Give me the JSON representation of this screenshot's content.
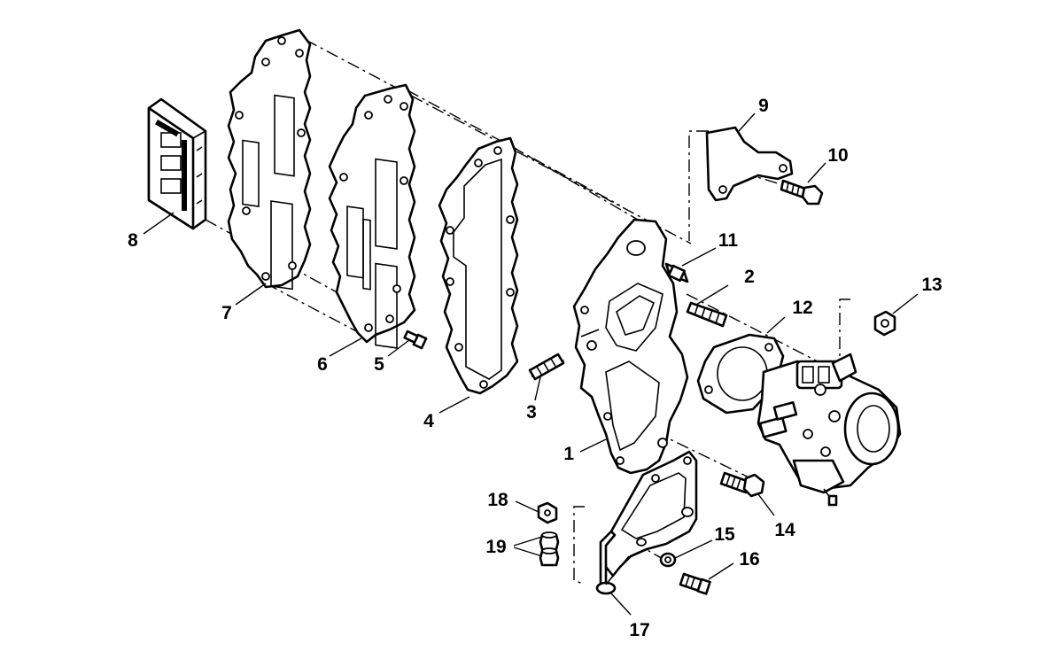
{
  "callouts": {
    "c1": "1",
    "c2": "2",
    "c3": "3",
    "c4": "4",
    "c5": "5",
    "c6": "6",
    "c7": "7",
    "c8": "8",
    "c9": "9",
    "c10": "10",
    "c11": "11",
    "c12": "12",
    "c13": "13",
    "c14": "14",
    "c15": "15",
    "c16": "16",
    "c17": "17",
    "c18": "18",
    "c19": "19"
  },
  "colors": {
    "line": "#000000",
    "background": "#ffffff"
  }
}
